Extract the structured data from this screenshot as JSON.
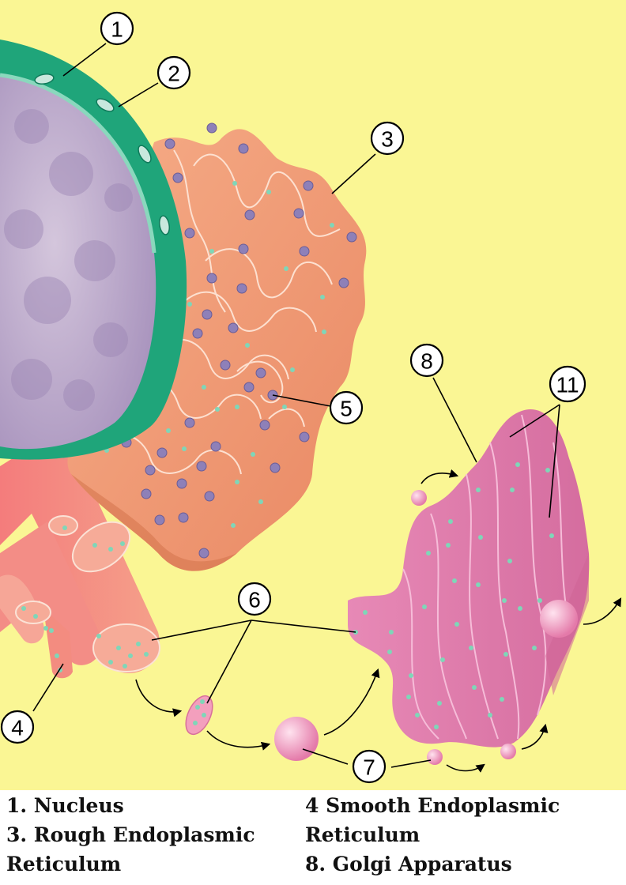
{
  "colors": {
    "background": "#faf694",
    "nuclear_envelope": "#1fa57a",
    "nucleoplasm": "#b8a6c8",
    "rough_er": "#ef9a78",
    "smooth_er": "#f28a8a",
    "golgi": "#e57fb0",
    "ribosome": "#8e80b8",
    "cargo_dot": "#7fd6b8",
    "vesicle": "#f7a6c8"
  },
  "callouts": [
    {
      "id": "1",
      "label": "1"
    },
    {
      "id": "2",
      "label": "2"
    },
    {
      "id": "3",
      "label": "3"
    },
    {
      "id": "4",
      "label": "4"
    },
    {
      "id": "5",
      "label": "5"
    },
    {
      "id": "6",
      "label": "6"
    },
    {
      "id": "7",
      "label": "7"
    },
    {
      "id": "8",
      "label": "8"
    },
    {
      "id": "11",
      "label": "11"
    }
  ],
  "legend": {
    "left": [
      "1. Nucleus",
      "3. Rough Endoplasmic",
      "Reticulum"
    ],
    "right": [
      "4  Smooth Endoplasmic",
      "Reticulum",
      "8. Golgi Apparatus"
    ]
  }
}
